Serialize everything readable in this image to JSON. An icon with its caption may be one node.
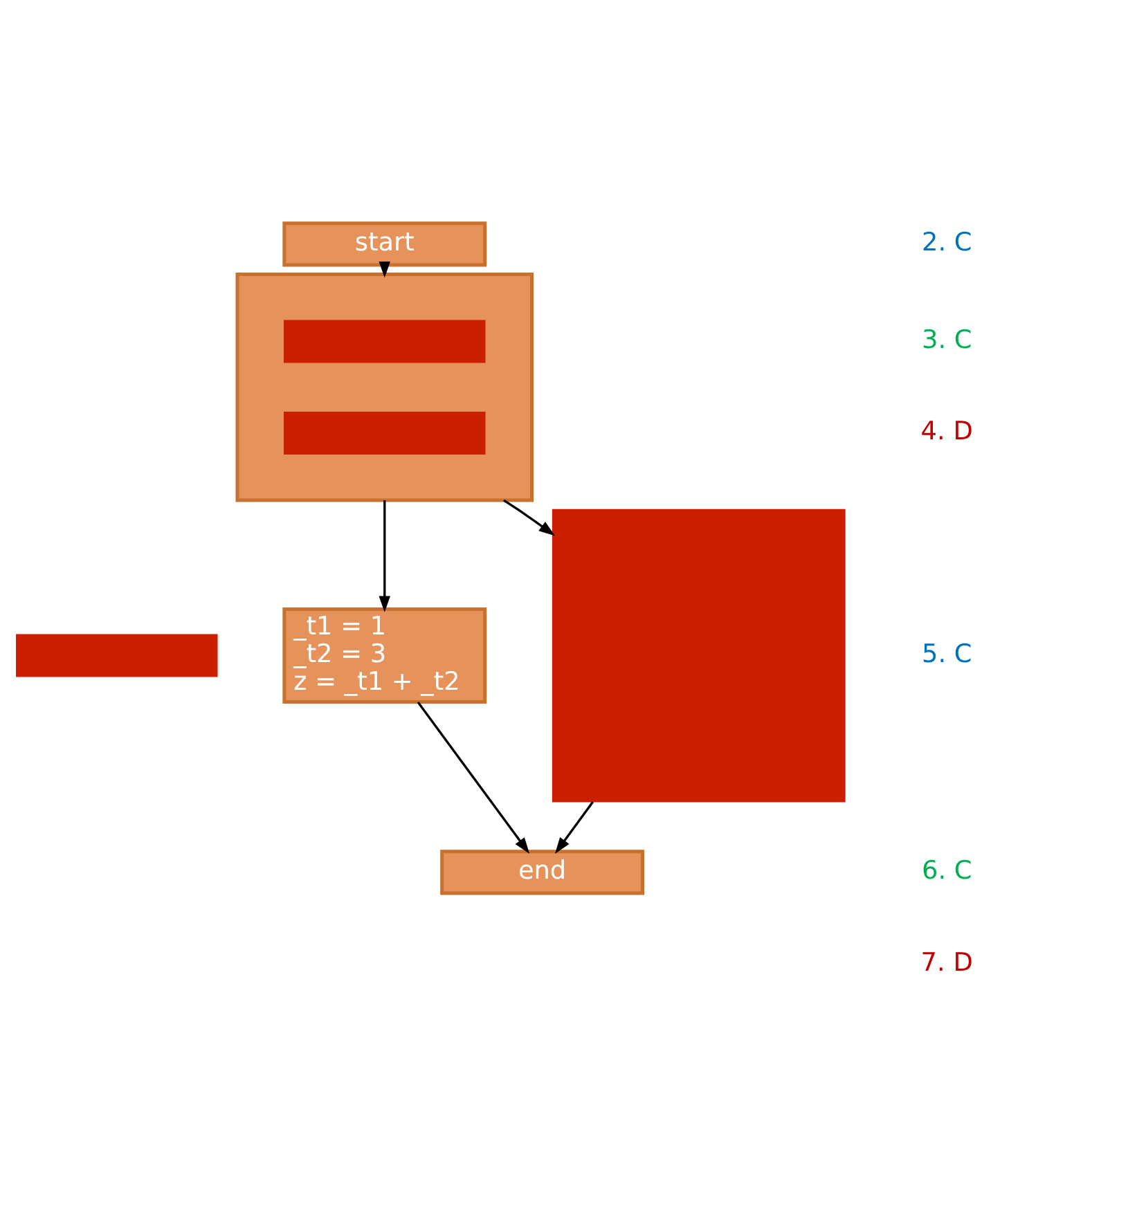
{
  "diagram": {
    "nodes": [
      {
        "text": [
          "start"
        ]
      },
      {
        "text": [],
        "shape": "box"
      },
      {
        "text": [],
        "shape": "bar",
        "in": 1
      },
      {
        "text": [],
        "shape": "bar",
        "in": 1
      },
      {
        "text": [],
        "shape": "bar"
      },
      {
        "text": [
          "_t1 = 1",
          "_t2 = 3",
          "z = _t1 + _t2"
        ]
      },
      {
        "text": [],
        "shape": "box"
      },
      {
        "text": [
          "end"
        ]
      }
    ],
    "edges": [
      {
        "from": 0,
        "to": 1,
        "arrow": "to"
      },
      {
        "from": 1,
        "to": 5,
        "arrow": "to"
      },
      {
        "from": 1,
        "to": 6,
        "arrow": "to"
      },
      {
        "from": 5,
        "to": 7,
        "arrow": "to"
      },
      {
        "from": 6,
        "to": 7,
        "arrow": "to"
      }
    ],
    "labels": [
      "2. C",
      "3. C",
      "4. D",
      "5. C",
      "6. C",
      "7. D"
    ]
  }
}
